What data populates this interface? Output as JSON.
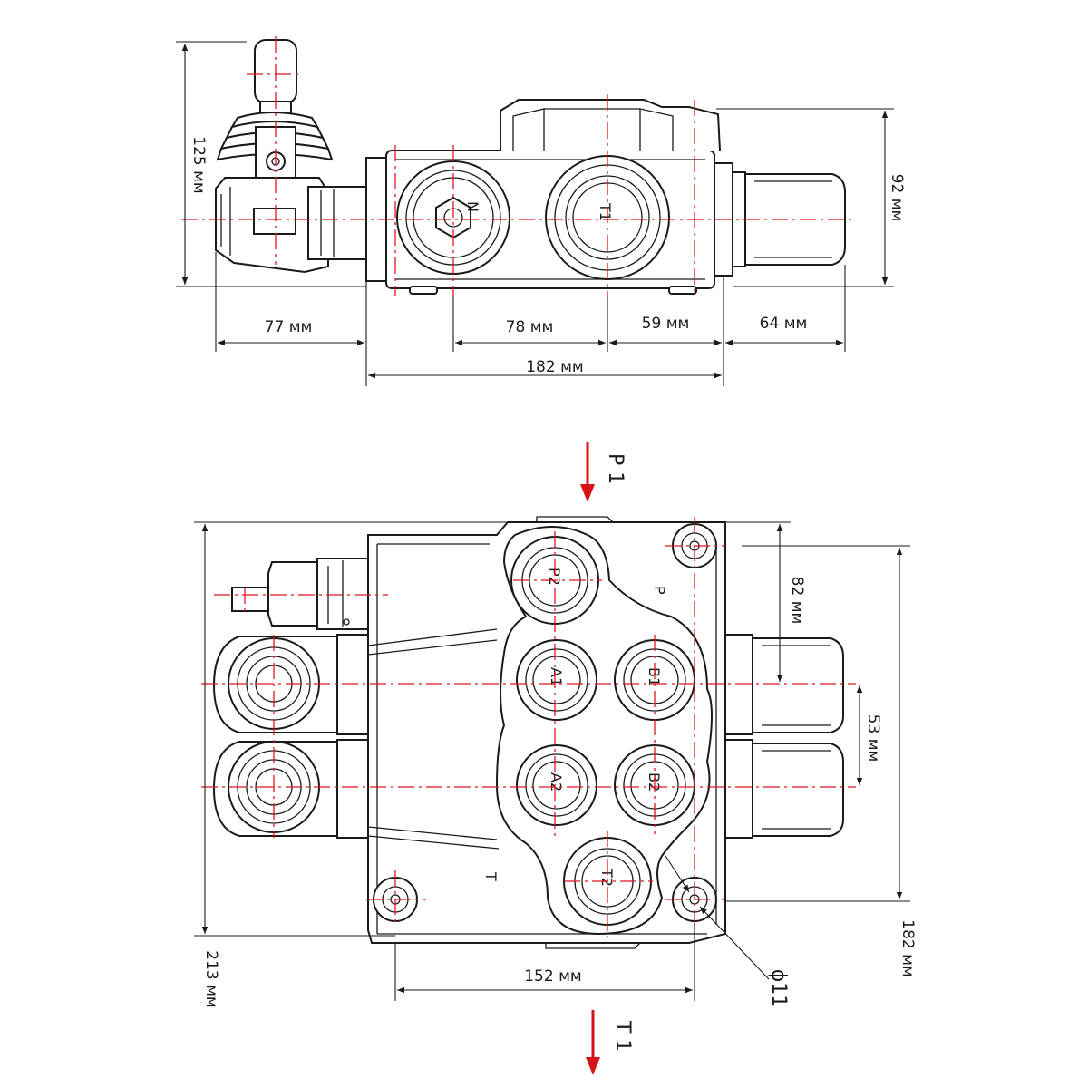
{
  "top_view": {
    "dimensions": {
      "height_left": "125 мм",
      "height_right": "92 мм",
      "lever_offset": "77 мм",
      "port_spacing": "78 мм",
      "port_to_end": "59 мм",
      "cap_length": "64 мм",
      "body_length": "182 мм"
    },
    "ports": {
      "pressure": "N",
      "tank": "T1"
    }
  },
  "bottom_view": {
    "flow_in": {
      "label": "P 1"
    },
    "flow_out": {
      "label": "T 1"
    },
    "dimensions": {
      "height_total": "213 мм",
      "bolt_span_vertical": "182 мм",
      "p_to_section": "82 мм",
      "section_pitch": "53 мм",
      "bolt_span_horizontal": "152 мм",
      "bolt_hole": "ϕ11"
    },
    "ports": {
      "p2": "P2",
      "a1": "A1",
      "b1": "B1",
      "a2": "A2",
      "b2": "B2",
      "t2": "T2"
    },
    "body_labels": {
      "pressure": "P",
      "tank": "T"
    }
  },
  "colors": {
    "centerline": "#e0161c",
    "flow_arrow": "#d61418",
    "ink": "#1a1a1a"
  }
}
